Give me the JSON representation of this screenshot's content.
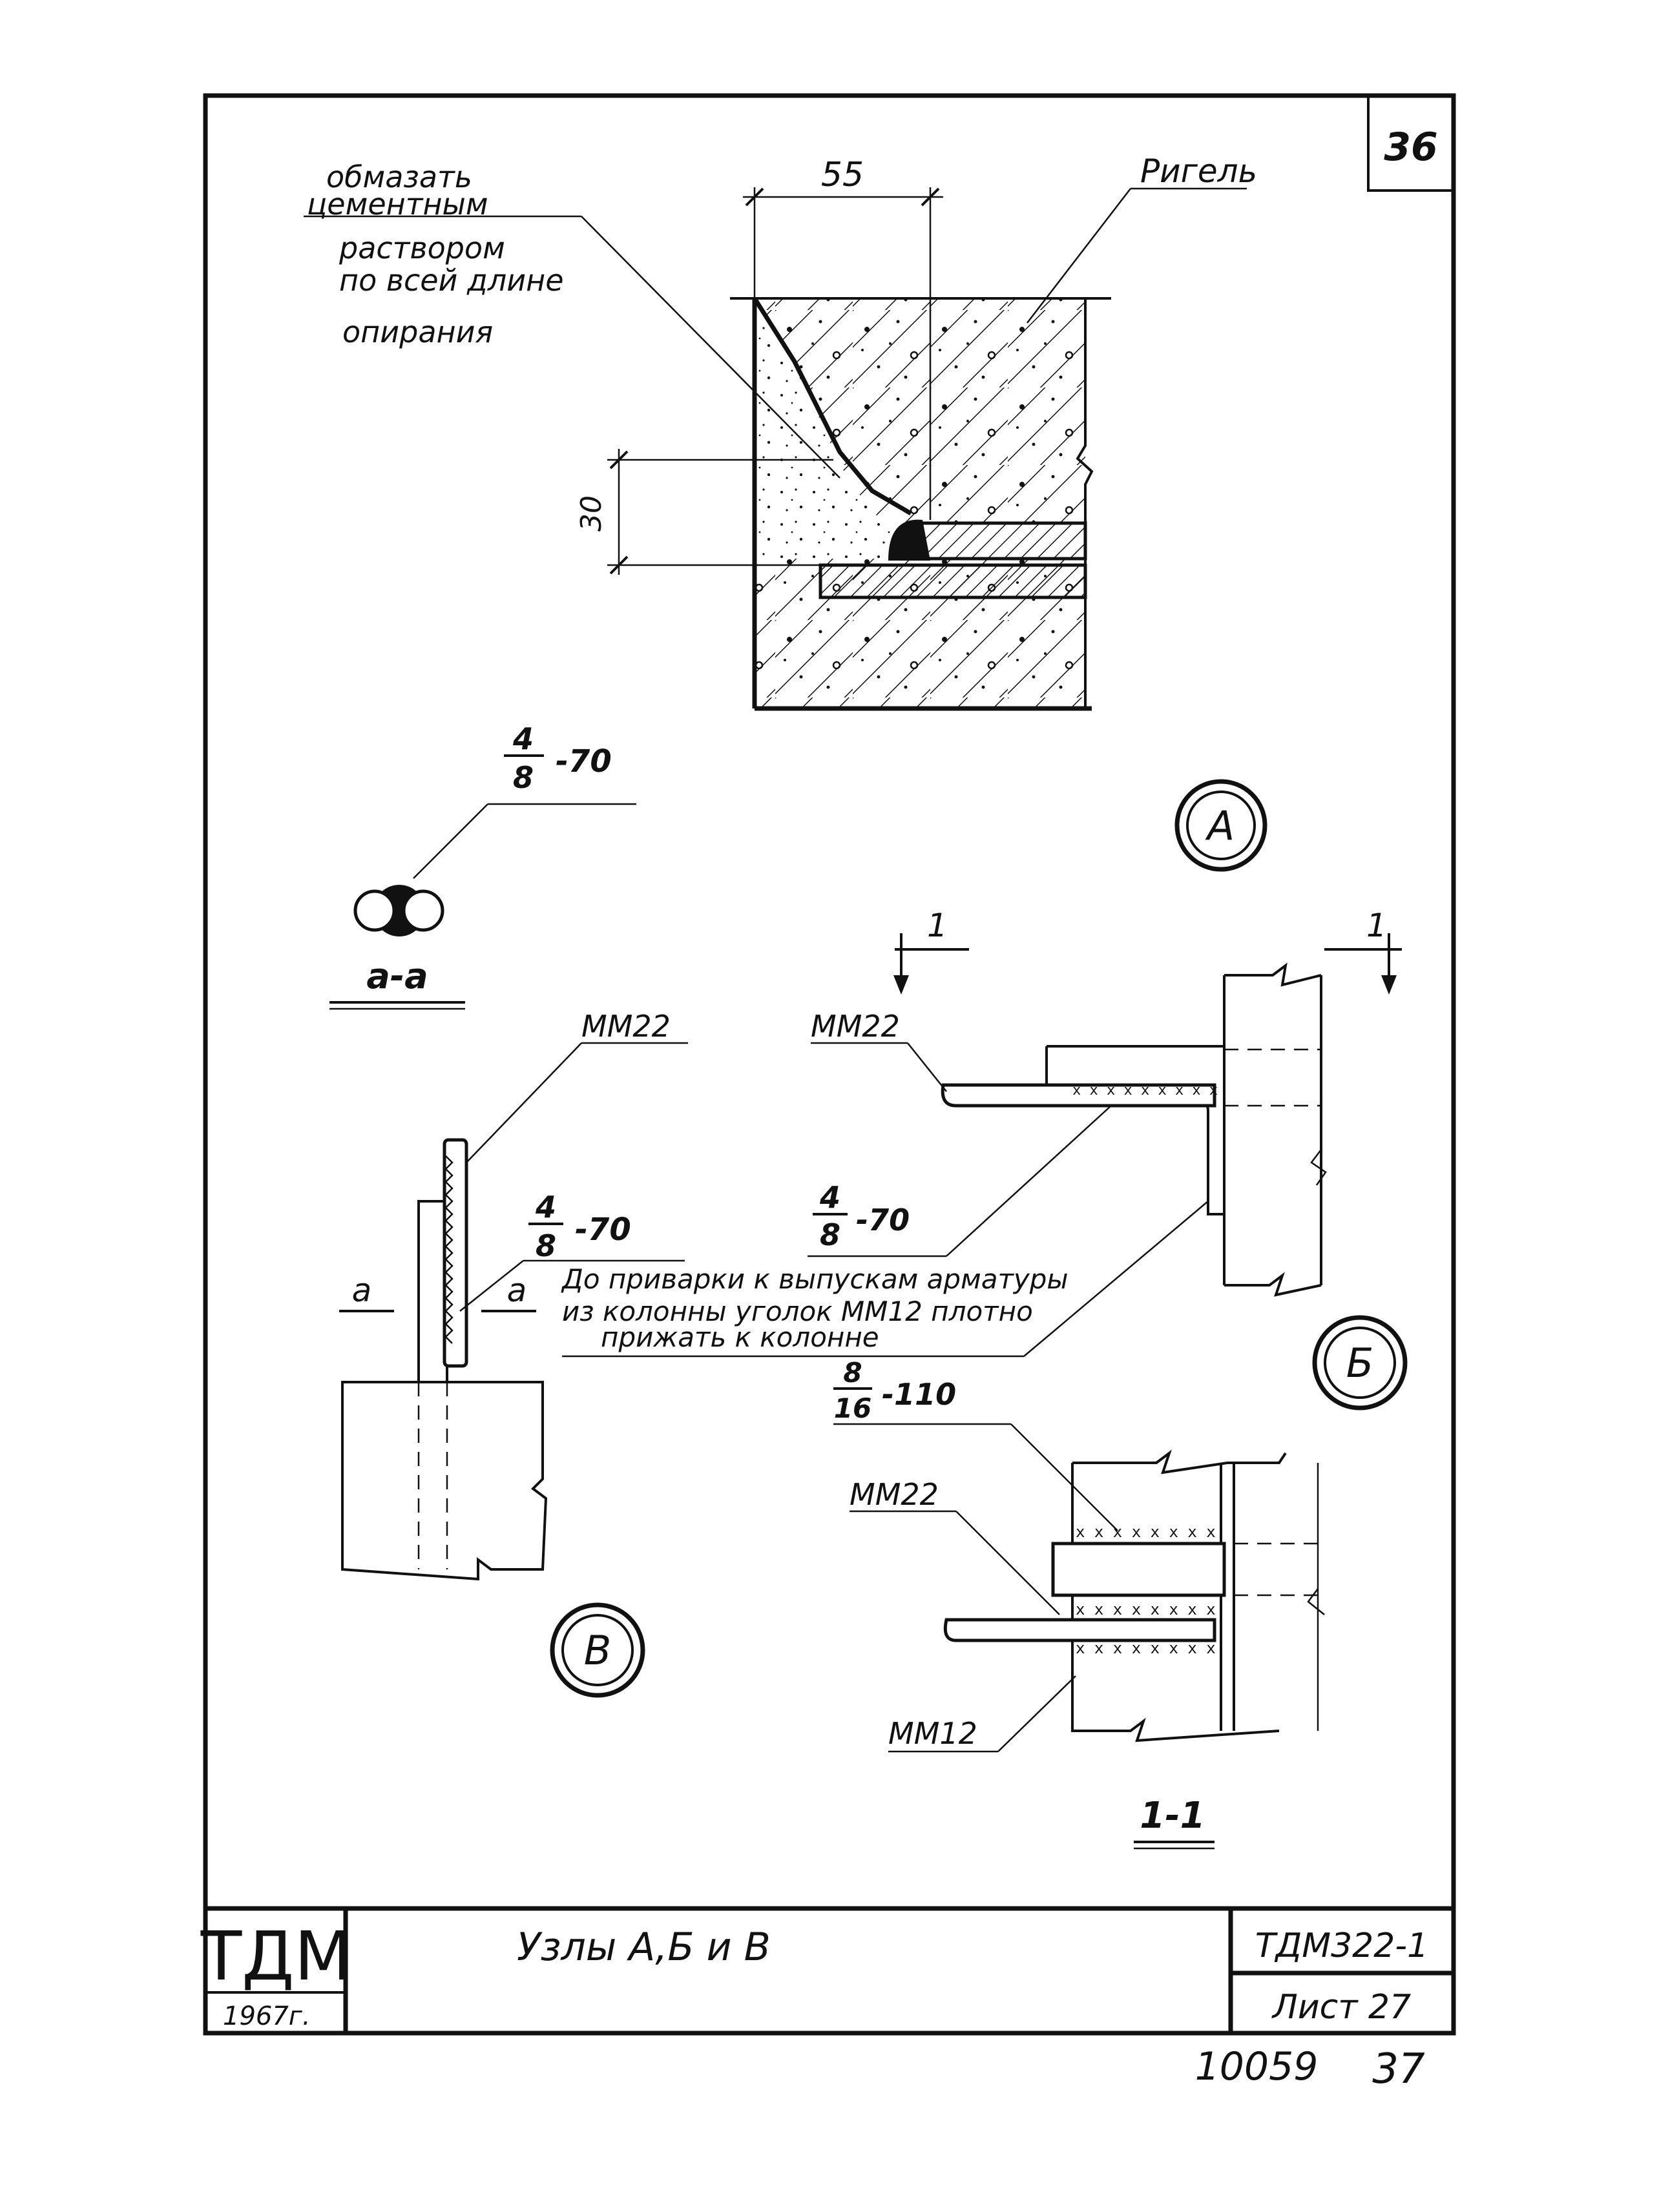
{
  "sheet": {
    "page_number": "36",
    "bottom_left_number": "10059",
    "bottom_right_number": "37"
  },
  "node_a": {
    "note_lines": [
      "обмазать",
      "цементным",
      "раствором",
      "по всей длине",
      "опирания"
    ],
    "dim_width": "55",
    "dim_height": "30",
    "rigel_label": "Ригель",
    "bubble": "А"
  },
  "section_aa": {
    "weld_top": "4",
    "weld_bottom": "8",
    "weld_length": "-70",
    "label": "а-а"
  },
  "node_b": {
    "section_mark": "1",
    "part_label": "ММ22",
    "weld_top": "4",
    "weld_bottom": "8",
    "weld_length": "-70",
    "note_lines": [
      "До приварки к выпускам арматуры",
      "из колонны уголок ММ12 плотно",
      "прижать к колонне"
    ],
    "bubble": "Б"
  },
  "node_v": {
    "part_label": "ММ22",
    "weld_top": "4",
    "weld_bottom": "8",
    "weld_length": "-70",
    "cut_mark": "а",
    "bubble": "В"
  },
  "section_11": {
    "weld_top": "8",
    "weld_bottom": "16",
    "weld_length": "-110",
    "part_label_top": "ММ22",
    "part_label_bottom": "ММ12",
    "label": "1-1"
  },
  "title_block": {
    "logo": "ТДМ",
    "year": "1967г.",
    "title": "Узлы А,Б и В",
    "code": "ТДМ322-1",
    "sheet_label": "Лист 27"
  }
}
